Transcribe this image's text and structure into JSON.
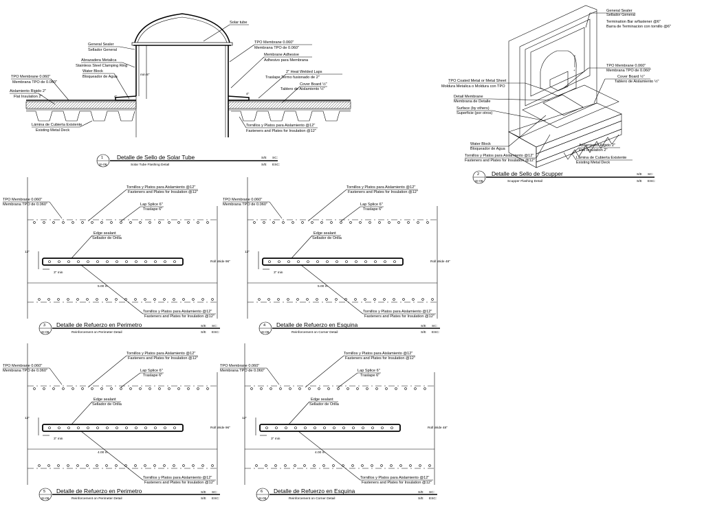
{
  "solar": {
    "top_label": "Solar tube",
    "labels_left": [
      [
        "General Sealer",
        "Sellador General"
      ],
      [
        "Abrazadera Metalica",
        "Stainless Steel Clamping Ring"
      ],
      [
        "Water Block",
        "Bloqueador de Agua"
      ],
      [
        "TPO Membrane 0.060\"",
        "Membrana TPO de 0.060\""
      ],
      [
        "Aislamiento Rigido 2\"",
        "Flat Insulation 2\""
      ],
      [
        "Lámina de Cubierta Existente",
        "Existing Metal Deck"
      ]
    ],
    "labels_right": [
      [
        "TPO Membrane 0.060\"",
        "Membrana TPO de 0.060\""
      ],
      [
        "Membrane Adhesive",
        "Adhesivo para Membrana"
      ],
      [
        "2\" Heat Welded Laps",
        "Traslape Termo fusionado de 2\""
      ],
      [
        "Cover Board ½\"",
        "Tablero de Aislamiento ½\""
      ],
      [
        "Tornillos y Platos para Aislamiento @12\"",
        "Fasteners and Plates for Insulation @12\""
      ]
    ],
    "dims": [
      "min 8\"",
      "4\"",
      "4\""
    ],
    "title": {
      "number": "1",
      "sheet": "SI-06",
      "es": "Detalle de Sello de Solar Tube",
      "en": "Solar Tube Flashing Detail",
      "scale": [
        "S/E",
        "SC:",
        "S/E",
        "ESC:"
      ]
    }
  },
  "scupper": {
    "labels_right": [
      [
        "General Sealer",
        "Sellador General",
        "Termination Bar w/fastener @6\"",
        "Barra de Terminacion con tornillo @6\""
      ],
      [
        "TPO Membrane 0.060\"",
        "Membrana TPO de 0.060\""
      ],
      [
        "Cover Board ½\"",
        "Tablero de Aislamiento ½\""
      ],
      [
        "Aislamiento Rigido 2\"",
        "Flat Insulation 2\""
      ],
      [
        "Lámina de Cubierta Existente",
        "Existing Metal Deck"
      ]
    ],
    "labels_left": [
      [
        "TPO Coated Metal or Metal Sheet",
        "Moldura Metalica o Moldura con TPO"
      ],
      [
        "Detail Membrane",
        "Membrana de Detalle"
      ],
      [
        "Surface (by others)",
        "Superficie (por otros)"
      ],
      [
        "Water Block",
        "Bloqueador de Agua"
      ],
      [
        "Tornillos y Platos para Aislamiento @12\"",
        "Fasteners and Plates for Insulation @12\""
      ]
    ],
    "title": {
      "number": "2",
      "sheet": "SI-06",
      "es": "Detalle de Sello de Scupper",
      "en": "Scupper Flashing Detail",
      "scale": [
        "S/E",
        "SC:",
        "S/E",
        "ESC:"
      ]
    }
  },
  "reinforcements": [
    {
      "number": "3",
      "sheet": "SI-06",
      "es": "Detalle de Refuerzo en Perimetro",
      "en": "Reinforcement on Perimeter Detail",
      "roll": "Roll Wide 96\"",
      "length": "5.00 m",
      "dim12": "12\"",
      "dim3": "3\" min",
      "scale": [
        "S/E",
        "SC:",
        "S/E",
        "ESC:"
      ]
    },
    {
      "number": "4",
      "sheet": "SI-06",
      "es": "Detalle de Refuerzo en Esquina",
      "en": "Reinforcement on Corner Detail",
      "roll": "Roll Wide 48\"",
      "length": "5.00 m",
      "dim12": "12\"",
      "dim3": "3\" min",
      "scale": [
        "S/E",
        "SC:",
        "S/E",
        "ESC:"
      ]
    },
    {
      "number": "5",
      "sheet": "SI-06",
      "es": "Detalle de Refuerzo en Perimetro",
      "en": "Reinforcement on Perimeter Detail",
      "roll": "Roll Wide 96\"",
      "length": "4.00 m",
      "dim12": "12\"",
      "dim3": "3\" min",
      "scale": [
        "S/E",
        "SC:",
        "S/E",
        "ESC:"
      ]
    },
    {
      "number": "6",
      "sheet": "SI-06",
      "es": "Detalle de Refuerzo en Esquina",
      "en": "Reinforcement on Corner Detail",
      "roll": "Roll Wide 48\"",
      "length": "4.00 m",
      "dim12": "12\"",
      "dim3": "3\" min",
      "scale": [
        "S/E",
        "SC:",
        "S/E",
        "ESC:"
      ]
    }
  ],
  "reinf_labels": {
    "fasteners_es": "Tornillos y Platos para Aislamiento @12\"",
    "fasteners_en": "Fasteners and Plates for Insulation @12\"",
    "tpo_en": "TPO Membrane 0.060\"",
    "tpo_es": "Membrana TPO de 0.060\"",
    "lap_en": "Lap Splice 6\"",
    "lap_es": "Traslape 6\"",
    "edge_en": "Edge sealant",
    "edge_es": "Sellador de Orilla"
  }
}
